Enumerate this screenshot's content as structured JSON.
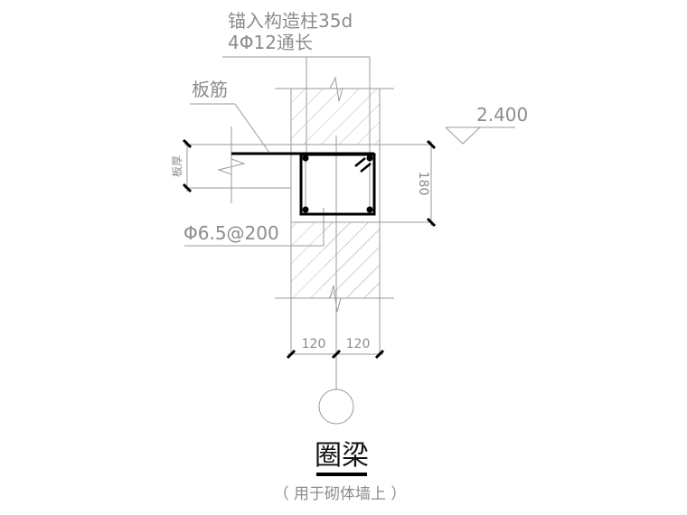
{
  "drawing": {
    "title": "圈梁",
    "subtitle": "（ 用于砌体墙上 ）",
    "annotations": {
      "anchor_note_line1": "锚入构造柱35d",
      "anchor_note_line2": "4Φ12通长",
      "slab_rebar_label": "板筋",
      "slab_thickness_label": "板厚",
      "stirrup_label": "Φ6.5@200",
      "elevation_value": "2.400",
      "beam_height_dim": "180",
      "wall_dim_left": "120",
      "wall_dim_right": "120"
    },
    "colors": {
      "line": "#9a9a9a",
      "rebar": "#000000",
      "text": "#8c8c8c",
      "title": "#111111"
    }
  }
}
